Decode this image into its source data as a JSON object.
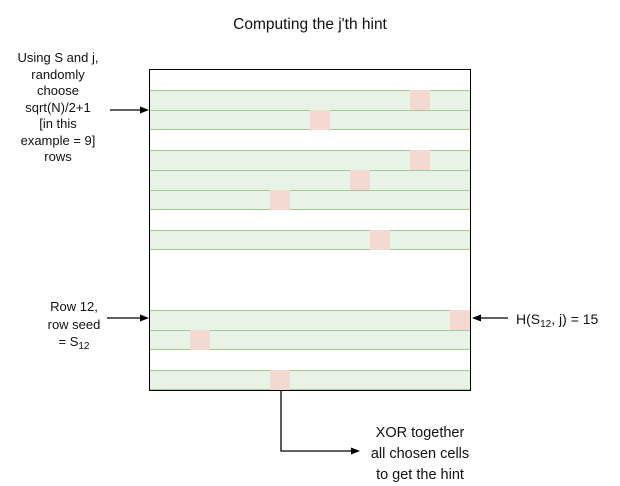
{
  "title": "Computing the j'th hint",
  "colors": {
    "row_fill": "#e9f2e7",
    "row_line": "#a5c897",
    "cell_fill": "#f3d9d2",
    "frame": "#000000"
  },
  "grid": {
    "rows": 16,
    "cols": 16,
    "cell_size": 20,
    "chosen_rows": [
      1,
      2,
      4,
      5,
      6,
      8,
      12,
      13,
      15
    ],
    "chosen_cells": [
      {
        "row": 1,
        "col": 13
      },
      {
        "row": 2,
        "col": 8
      },
      {
        "row": 4,
        "col": 13
      },
      {
        "row": 5,
        "col": 10
      },
      {
        "row": 6,
        "col": 6
      },
      {
        "row": 8,
        "col": 11
      },
      {
        "row": 12,
        "col": 15
      },
      {
        "row": 13,
        "col": 2
      },
      {
        "row": 15,
        "col": 6
      }
    ]
  },
  "annotations": {
    "choose_rows": {
      "lines": [
        "Using S and j,",
        "randomly",
        "choose",
        "sqrt(N)/2+1",
        "[in this",
        "example = 9]",
        "rows"
      ]
    },
    "row12": {
      "line1": "Row 12,",
      "line2": "row seed",
      "line3_prefix": "= S",
      "line3_sub": "12"
    },
    "hash": {
      "prefix": "H(S",
      "sub": "12",
      "suffix": ", j) = 15"
    },
    "xor": {
      "lines": [
        "XOR together",
        "all chosen cells",
        "to get the hint"
      ]
    }
  }
}
